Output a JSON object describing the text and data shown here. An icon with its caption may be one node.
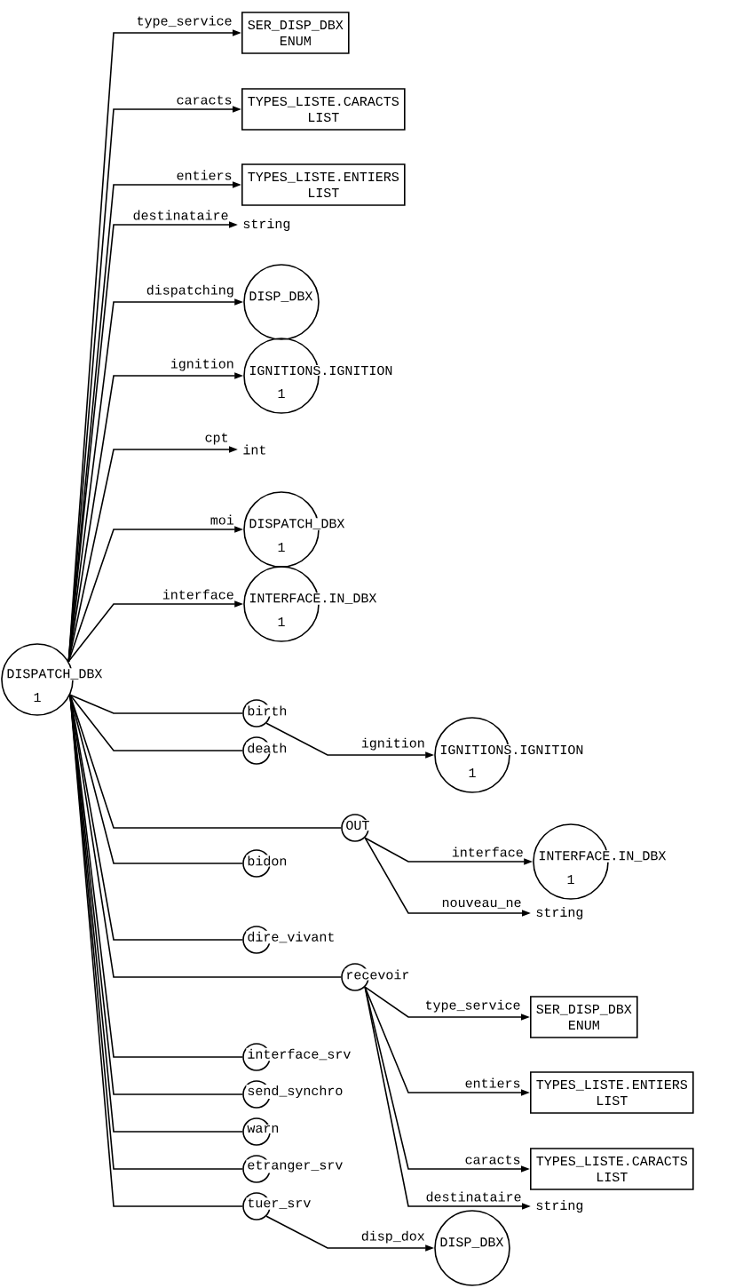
{
  "diagram": {
    "nodes": [
      {
        "text": [
          "DISPATCH_DBX",
          "1"
        ]
      },
      {
        "text": [
          "SER_DISP_DBX",
          "ENUM"
        ]
      },
      {
        "text": [
          "TYPES_LISTE.CARACTS",
          "LIST"
        ]
      },
      {
        "text": [
          "TYPES_LISTE.ENTIERS",
          "LIST"
        ]
      },
      {
        "text": [
          "string"
        ]
      },
      {
        "text": [
          "DISP_DBX"
        ]
      },
      {
        "text": [
          "IGNITIONS.IGNITION",
          "1"
        ]
      },
      {
        "text": [
          "int"
        ]
      },
      {
        "text": [
          "DISPATCH_DBX",
          "1"
        ]
      },
      {
        "text": [
          "INTERFACE.IN_DBX",
          "1"
        ]
      },
      {
        "text": [
          "birth"
        ]
      },
      {
        "text": [
          "death"
        ]
      },
      {
        "text": [
          "IGNITIONS.IGNITION",
          "1"
        ]
      },
      {
        "text": [
          "OUT"
        ]
      },
      {
        "text": [
          "bidon"
        ]
      },
      {
        "text": [
          "INTERFACE.IN_DBX",
          "1"
        ]
      },
      {
        "text": [
          "string"
        ]
      },
      {
        "text": [
          "dire_vivant"
        ]
      },
      {
        "text": [
          "recevoir"
        ]
      },
      {
        "text": [
          "SER_DISP_DBX",
          "ENUM"
        ]
      },
      {
        "text": [
          "interface_srv"
        ]
      },
      {
        "text": [
          "TYPES_LISTE.ENTIERS",
          "LIST"
        ]
      },
      {
        "text": [
          "send_synchro"
        ]
      },
      {
        "text": [
          "warn"
        ]
      },
      {
        "text": [
          "TYPES_LISTE.CARACTS",
          "LIST"
        ]
      },
      {
        "text": [
          "etranger_srv"
        ]
      },
      {
        "text": [
          "string"
        ]
      },
      {
        "text": [
          "tuer_srv"
        ]
      },
      {
        "text": [
          "DISP_DBX"
        ]
      }
    ],
    "edges": [
      {
        "from": 0,
        "to": 1,
        "arrow": "to",
        "label": "type_service"
      },
      {
        "from": 0,
        "to": 2,
        "arrow": "to",
        "label": "caracts"
      },
      {
        "from": 0,
        "to": 3,
        "arrow": "to",
        "label": "entiers"
      },
      {
        "from": 0,
        "to": 4,
        "arrow": "to",
        "label": "destinataire"
      },
      {
        "from": 0,
        "to": 5,
        "arrow": "to",
        "label": "dispatching"
      },
      {
        "from": 0,
        "to": 6,
        "arrow": "to",
        "label": "ignition"
      },
      {
        "from": 0,
        "to": 7,
        "arrow": "to",
        "label": "cpt"
      },
      {
        "from": 0,
        "to": 8,
        "arrow": "to",
        "label": "moi"
      },
      {
        "from": 0,
        "to": 9,
        "arrow": "to",
        "label": "interface"
      },
      {
        "from": 0,
        "to": 10,
        "arrow": "none"
      },
      {
        "from": 0,
        "to": 11,
        "arrow": "none"
      },
      {
        "from": 10,
        "to": 12,
        "arrow": "to",
        "label": "ignition"
      },
      {
        "from": 0,
        "to": 13,
        "arrow": "none"
      },
      {
        "from": 0,
        "to": 14,
        "arrow": "none"
      },
      {
        "from": 13,
        "to": 15,
        "arrow": "to",
        "label": "interface"
      },
      {
        "from": 13,
        "to": 16,
        "arrow": "to",
        "label": "nouveau_ne"
      },
      {
        "from": 0,
        "to": 17,
        "arrow": "none"
      },
      {
        "from": 0,
        "to": 18,
        "arrow": "none"
      },
      {
        "from": 18,
        "to": 19,
        "arrow": "to",
        "label": "type_service"
      },
      {
        "from": 0,
        "to": 20,
        "arrow": "none"
      },
      {
        "from": 18,
        "to": 21,
        "arrow": "to",
        "label": "entiers"
      },
      {
        "from": 0,
        "to": 22,
        "arrow": "none"
      },
      {
        "from": 0,
        "to": 23,
        "arrow": "none"
      },
      {
        "from": 18,
        "to": 24,
        "arrow": "to",
        "label": "caracts"
      },
      {
        "from": 0,
        "to": 25,
        "arrow": "none"
      },
      {
        "from": 18,
        "to": 26,
        "arrow": "to",
        "label": "destinataire"
      },
      {
        "from": 0,
        "to": 27,
        "arrow": "none"
      },
      {
        "from": 27,
        "to": 28,
        "arrow": "to",
        "label": "disp_dox"
      }
    ]
  }
}
